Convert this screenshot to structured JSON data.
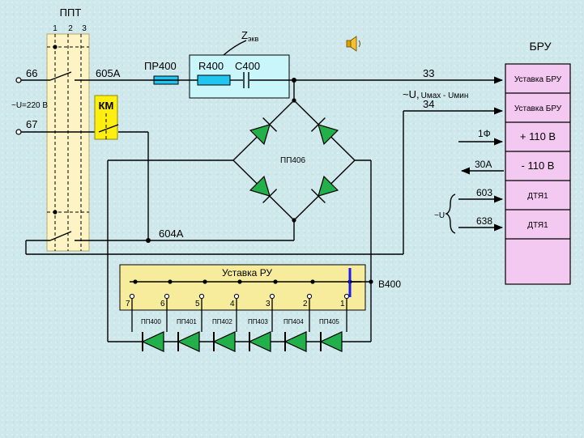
{
  "ppt": {
    "title": "ППТ",
    "pins": [
      "1",
      "2",
      "3"
    ]
  },
  "inputs": {
    "l66": "66",
    "l67": "67",
    "voltage": "~U=220 В"
  },
  "wires": {
    "w605": "605А",
    "w604": "604А",
    "w33": "33",
    "w34": "34",
    "urange_main": "~U,",
    "urange_sub": "Uмах - Uмин",
    "phase": "1Ф",
    "w30": "30А",
    "w603": "603",
    "w638": "638",
    "u_small": "~U",
    "b400": "В400"
  },
  "km": {
    "label": "КМ"
  },
  "impedance": {
    "label_main": "Z",
    "label_sub": "экв",
    "pr": "ПР400",
    "r": "R400",
    "c": "С400"
  },
  "bridge": {
    "label": "ПП406"
  },
  "bru": {
    "title": "БРУ",
    "rows": [
      "Уставка БРУ",
      "Уставка БРУ",
      "+ 110 В",
      "- 110 В",
      "ДТЯ1",
      "ДТЯ1"
    ]
  },
  "ru": {
    "title": "Уставка РУ",
    "taps": [
      "7",
      "6",
      "5",
      "4",
      "3",
      "2",
      "1"
    ],
    "diodes": [
      "ПП400",
      "ПП401",
      "ПП402",
      "ПП403",
      "ПП404",
      "ПП405"
    ]
  },
  "colors": {
    "background": "#cfe8ec",
    "ppt_fill": "#fdf3c4",
    "km_fill": "#ffee11",
    "z_fill": "#c8f6fb",
    "element_fill": "#22c4f0",
    "bru_fill": "#f3c8f1",
    "ru_fill": "#f6ec9c",
    "diode_fill": "#22b04a",
    "slider": "#1a1aee"
  },
  "icons": {
    "speaker": "speaker-icon"
  }
}
